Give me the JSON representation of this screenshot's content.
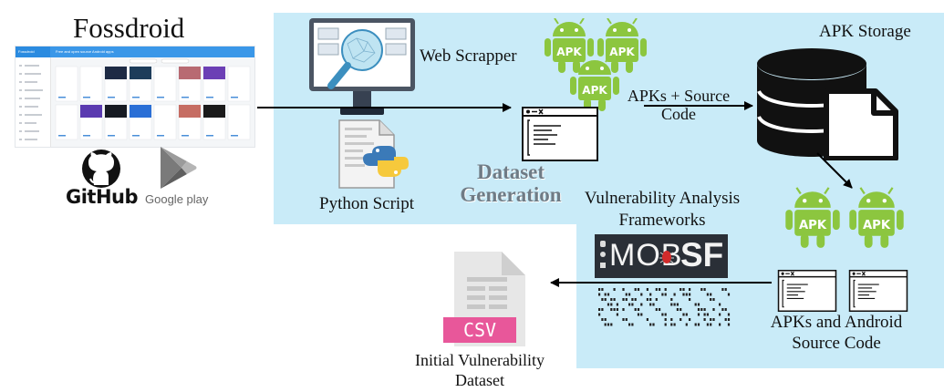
{
  "diagram": {
    "fossdroid_title": "Fossdroid",
    "fossdroid_app_name": "Fossdroid",
    "fossdroid_banner": "Free and open source Android apps",
    "github_label": "GitHub",
    "googleplay_label": "Google play",
    "web_scrapper_label": "Web Scrapper",
    "python_script_label": "Python Script",
    "dataset_generation_line1": "Dataset",
    "dataset_generation_line2": "Generation",
    "apks_source_line1": "APKs + Source",
    "apks_source_line2": "Code",
    "apk_storage_label": "APK Storage",
    "apk_badge": "APK",
    "vuln_frameworks_line1": "Vulnerability Analysis",
    "vuln_frameworks_line2": "Frameworks",
    "mobsf_mob": "MOB",
    "mobsf_sf": "SF",
    "apks_android_line1": "APKs and Android",
    "apks_android_line2": "Source Code",
    "csv_badge": "CSV",
    "initial_vuln_line1": "Initial Vulnerability",
    "initial_vuln_line2": "Dataset"
  },
  "colors": {
    "panel_background": "#c9ebf8",
    "android_green": "#8cc63f",
    "android_dark_green": "#5f9e26",
    "csv_pink": "#e8579a",
    "mobsf_dark": "#2a2f37"
  }
}
